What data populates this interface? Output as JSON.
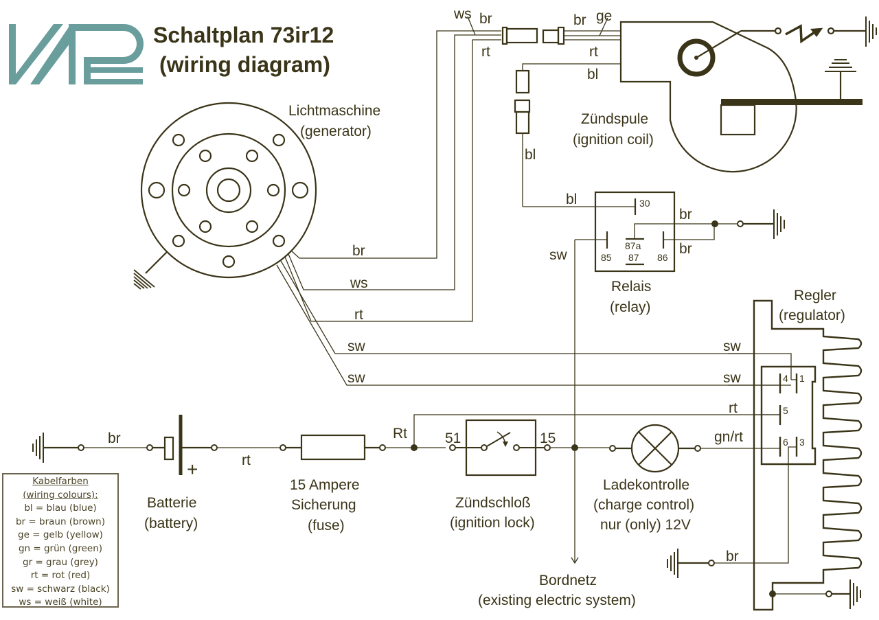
{
  "title": {
    "line1": "Schaltplan 73ir12",
    "line2": "(wiring diagram)",
    "logo_text": "VAPE"
  },
  "colors": {
    "ink": "#3a3418",
    "logo": "#6a9e9c",
    "thin_wire": "#6b6550"
  },
  "components": {
    "generator": {
      "name": "Lichtmaschine",
      "translation": "(generator)"
    },
    "ignition_coil": {
      "name": "Zündspule",
      "translation": "(ignition coil)"
    },
    "relay": {
      "name": "Relais",
      "translation": "(relay)",
      "pins": [
        "30",
        "85",
        "87a",
        "87",
        "86"
      ]
    },
    "regulator": {
      "name": "Regler",
      "translation": "(regulator)",
      "pins": [
        "4",
        "1",
        "5",
        "6",
        "3"
      ]
    },
    "battery": {
      "name": "Batterie",
      "translation": "(battery)",
      "plus": "+"
    },
    "fuse": {
      "line1": "15 Ampere",
      "line2": "Sicherung",
      "line3": "(fuse)"
    },
    "ignition_lock": {
      "name": "Zündschloß",
      "translation": "(ignition lock)",
      "pin_in": "51",
      "pin_out": "15"
    },
    "charge_control": {
      "name": "Ladekontrolle",
      "translation": "(charge control)",
      "note": "nur (only) 12V"
    },
    "bordnetz": {
      "name": "Bordnetz",
      "translation": "(existing electric system)"
    }
  },
  "wire_labels": {
    "conn_left_ws": "ws",
    "conn_left_br": "br",
    "conn_left_rt": "rt",
    "conn_right_br": "br",
    "conn_right_ge": "ge",
    "conn_right_rt": "rt",
    "coil_bl": "bl",
    "vert_bl": "bl",
    "relay_bl": "bl",
    "relay_br_top": "br",
    "relay_br_bottom": "br",
    "relay_sw": "sw",
    "gen_br": "br",
    "gen_ws": "ws",
    "gen_rt": "rt",
    "gen_sw1": "sw",
    "gen_sw2": "sw",
    "reg_sw1": "sw",
    "reg_sw2": "sw",
    "reg_rt": "rt",
    "reg_gnrt": "gn/rt",
    "reg_br": "br",
    "bat_br": "br",
    "bat_rt": "rt",
    "fuse_Rt": "Rt"
  },
  "legend": {
    "heading1": "Kabelfarben",
    "heading2": "(wiring colours):",
    "entries": [
      "bl = blau (blue)",
      "br = braun (brown)",
      "ge = gelb (yellow)",
      "gn = grün (green)",
      "gr = grau (grey)",
      "rt = rot (red)",
      "sw = schwarz (black)",
      "ws = weiß (white)"
    ]
  }
}
